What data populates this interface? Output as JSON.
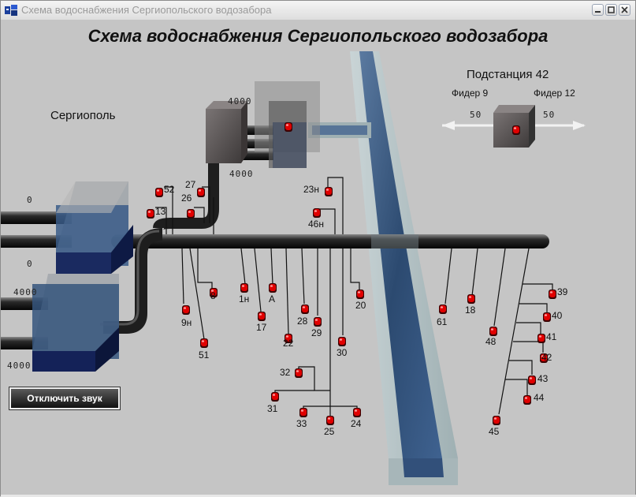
{
  "window": {
    "title": "Схема водоснабжения Сергиопольского водозабора"
  },
  "main_title": "Схема водоснабжения Сергиопольского водозабора",
  "city_label": "Сергиополь",
  "substation": {
    "title": "Подстанция 42",
    "feeder_left": "Фидер 9",
    "feeder_right": "Фидер 12",
    "value_left": "50",
    "value_right": "50"
  },
  "readouts": {
    "pump_top": "4000",
    "pump_bottom": "4000",
    "reservoir1_upper": "0",
    "reservoir1_lower": "0",
    "reservoir2_upper": "4000",
    "reservoir2_lower": "4000"
  },
  "wells": [
    {
      "id": "w52",
      "label": "52"
    },
    {
      "id": "w13",
      "label": "13"
    },
    {
      "id": "w27",
      "label": "27"
    },
    {
      "id": "w26",
      "label": "26"
    },
    {
      "id": "w9n",
      "label": "9н"
    },
    {
      "id": "w8",
      "label": "8"
    },
    {
      "id": "w51",
      "label": "51"
    },
    {
      "id": "w1n",
      "label": "1н"
    },
    {
      "id": "wA",
      "label": "А"
    },
    {
      "id": "w17",
      "label": "17"
    },
    {
      "id": "w22",
      "label": "22"
    },
    {
      "id": "w28",
      "label": "28"
    },
    {
      "id": "w29",
      "label": "29"
    },
    {
      "id": "w23n",
      "label": "23н"
    },
    {
      "id": "w46n",
      "label": "46н"
    },
    {
      "id": "w30",
      "label": "30"
    },
    {
      "id": "w20",
      "label": "20"
    },
    {
      "id": "w32",
      "label": "32"
    },
    {
      "id": "w31",
      "label": "31"
    },
    {
      "id": "w33",
      "label": "33"
    },
    {
      "id": "w25",
      "label": "25"
    },
    {
      "id": "w24",
      "label": "24"
    },
    {
      "id": "w61",
      "label": "61"
    },
    {
      "id": "w18",
      "label": "18"
    },
    {
      "id": "w48",
      "label": "48"
    },
    {
      "id": "w39",
      "label": "39"
    },
    {
      "id": "w40",
      "label": "40"
    },
    {
      "id": "w41",
      "label": "41"
    },
    {
      "id": "w42",
      "label": "42"
    },
    {
      "id": "w43",
      "label": "43"
    },
    {
      "id": "w44",
      "label": "44"
    },
    {
      "id": "w45",
      "label": "45"
    }
  ],
  "mute_button": "Отключить звук",
  "colors": {
    "indicator": "#e00000",
    "pipe": "#1a1a1a",
    "water": "#2a4a72",
    "background": "#c5c5c5"
  }
}
